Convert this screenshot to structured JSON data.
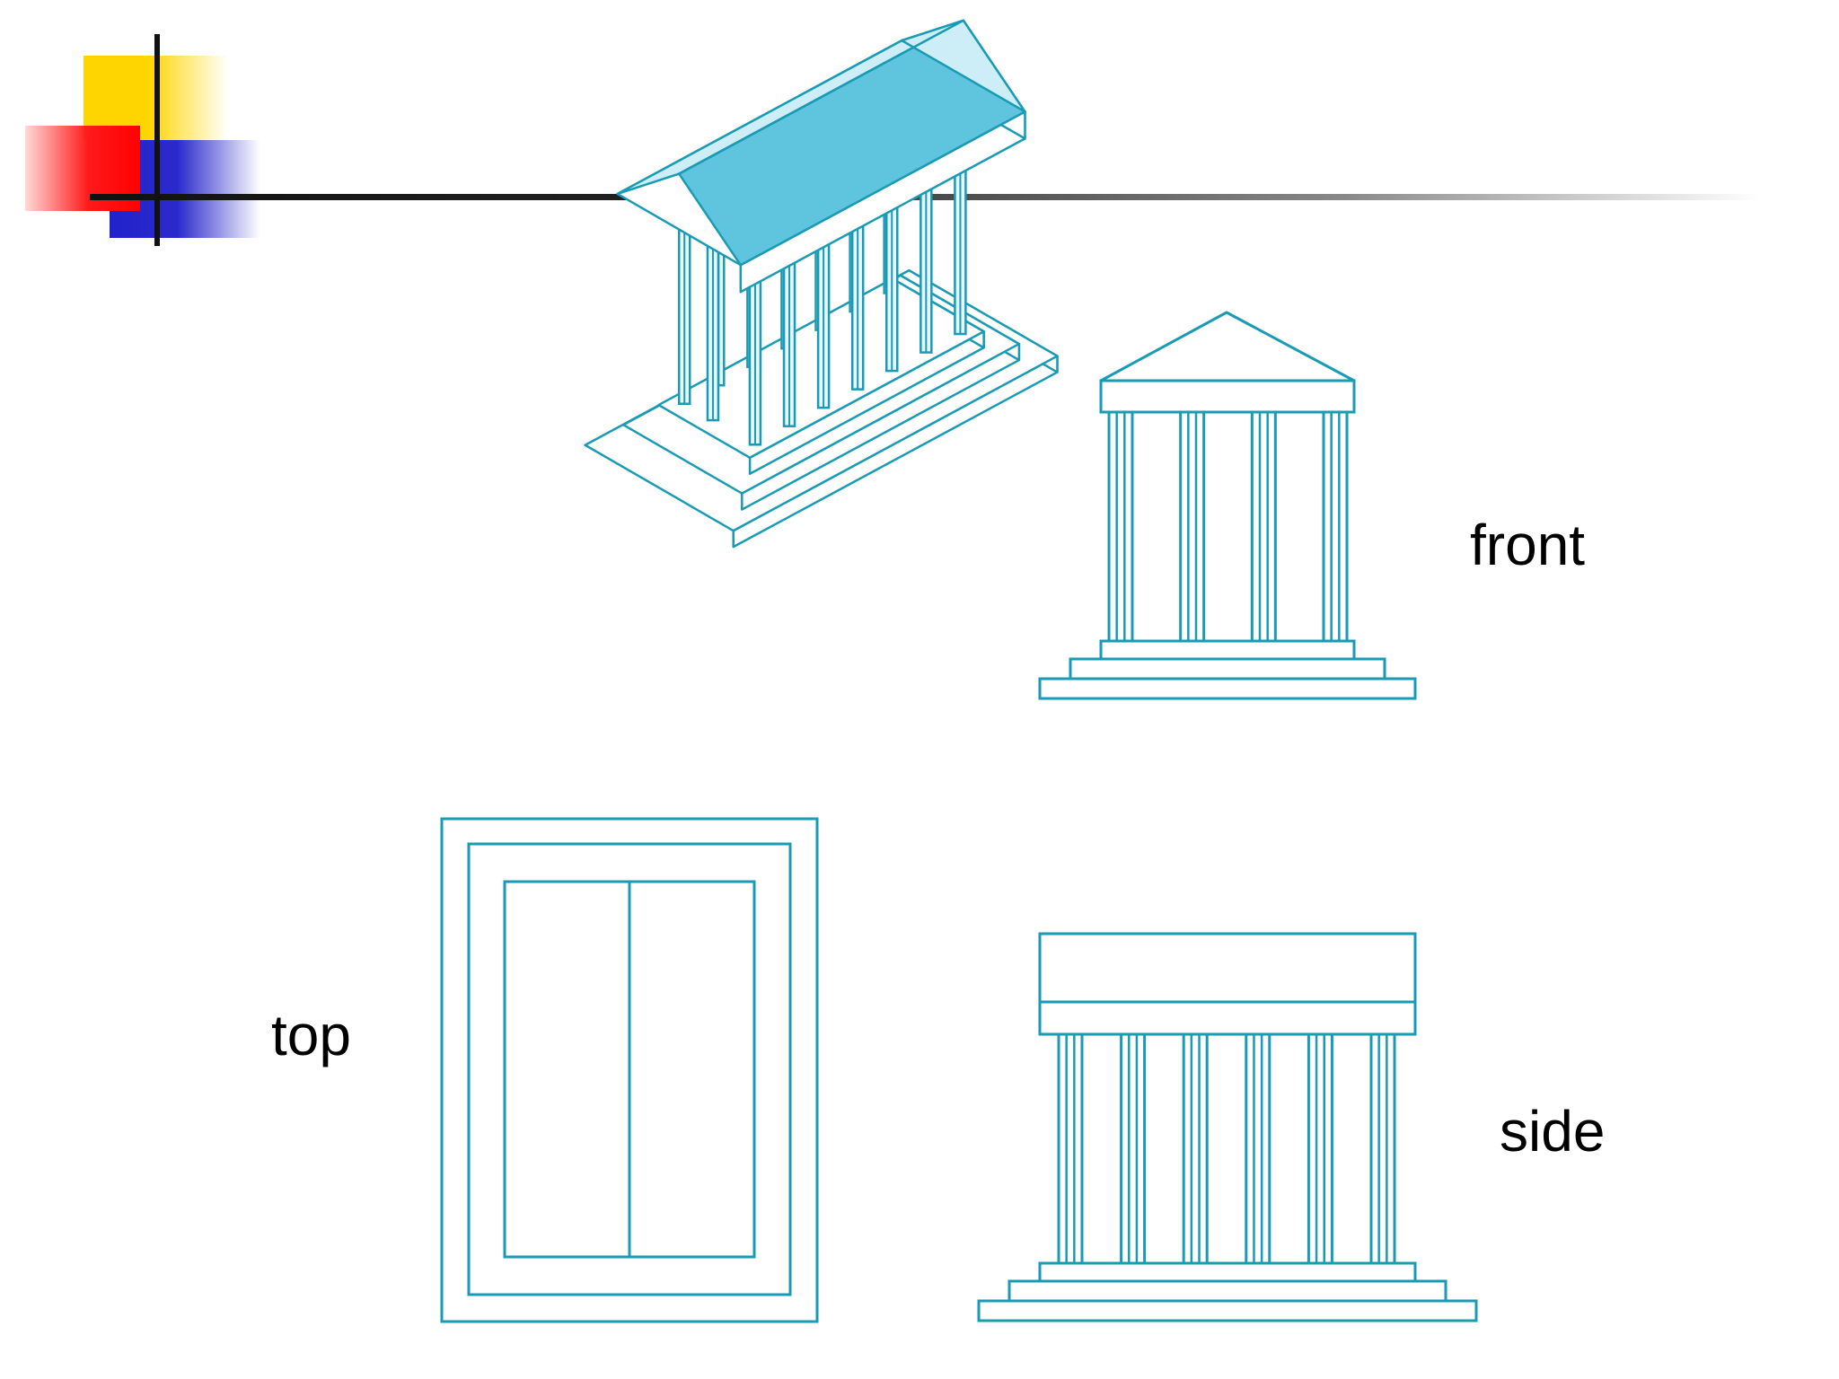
{
  "labels": {
    "front": "front",
    "top": "top",
    "side": "side"
  },
  "colors": {
    "line": "#1a9bb5",
    "roof_dark": "#5fc4de",
    "roof_light": "#cdeef7",
    "fill_light": "#e8f7fb",
    "logo_yellow": "#ffd500",
    "logo_red": "#ff0000",
    "logo_blue": "#2222cc"
  },
  "views": {
    "front_columns": 4,
    "side_columns": 6,
    "isometric_columns_front_row": 7
  }
}
